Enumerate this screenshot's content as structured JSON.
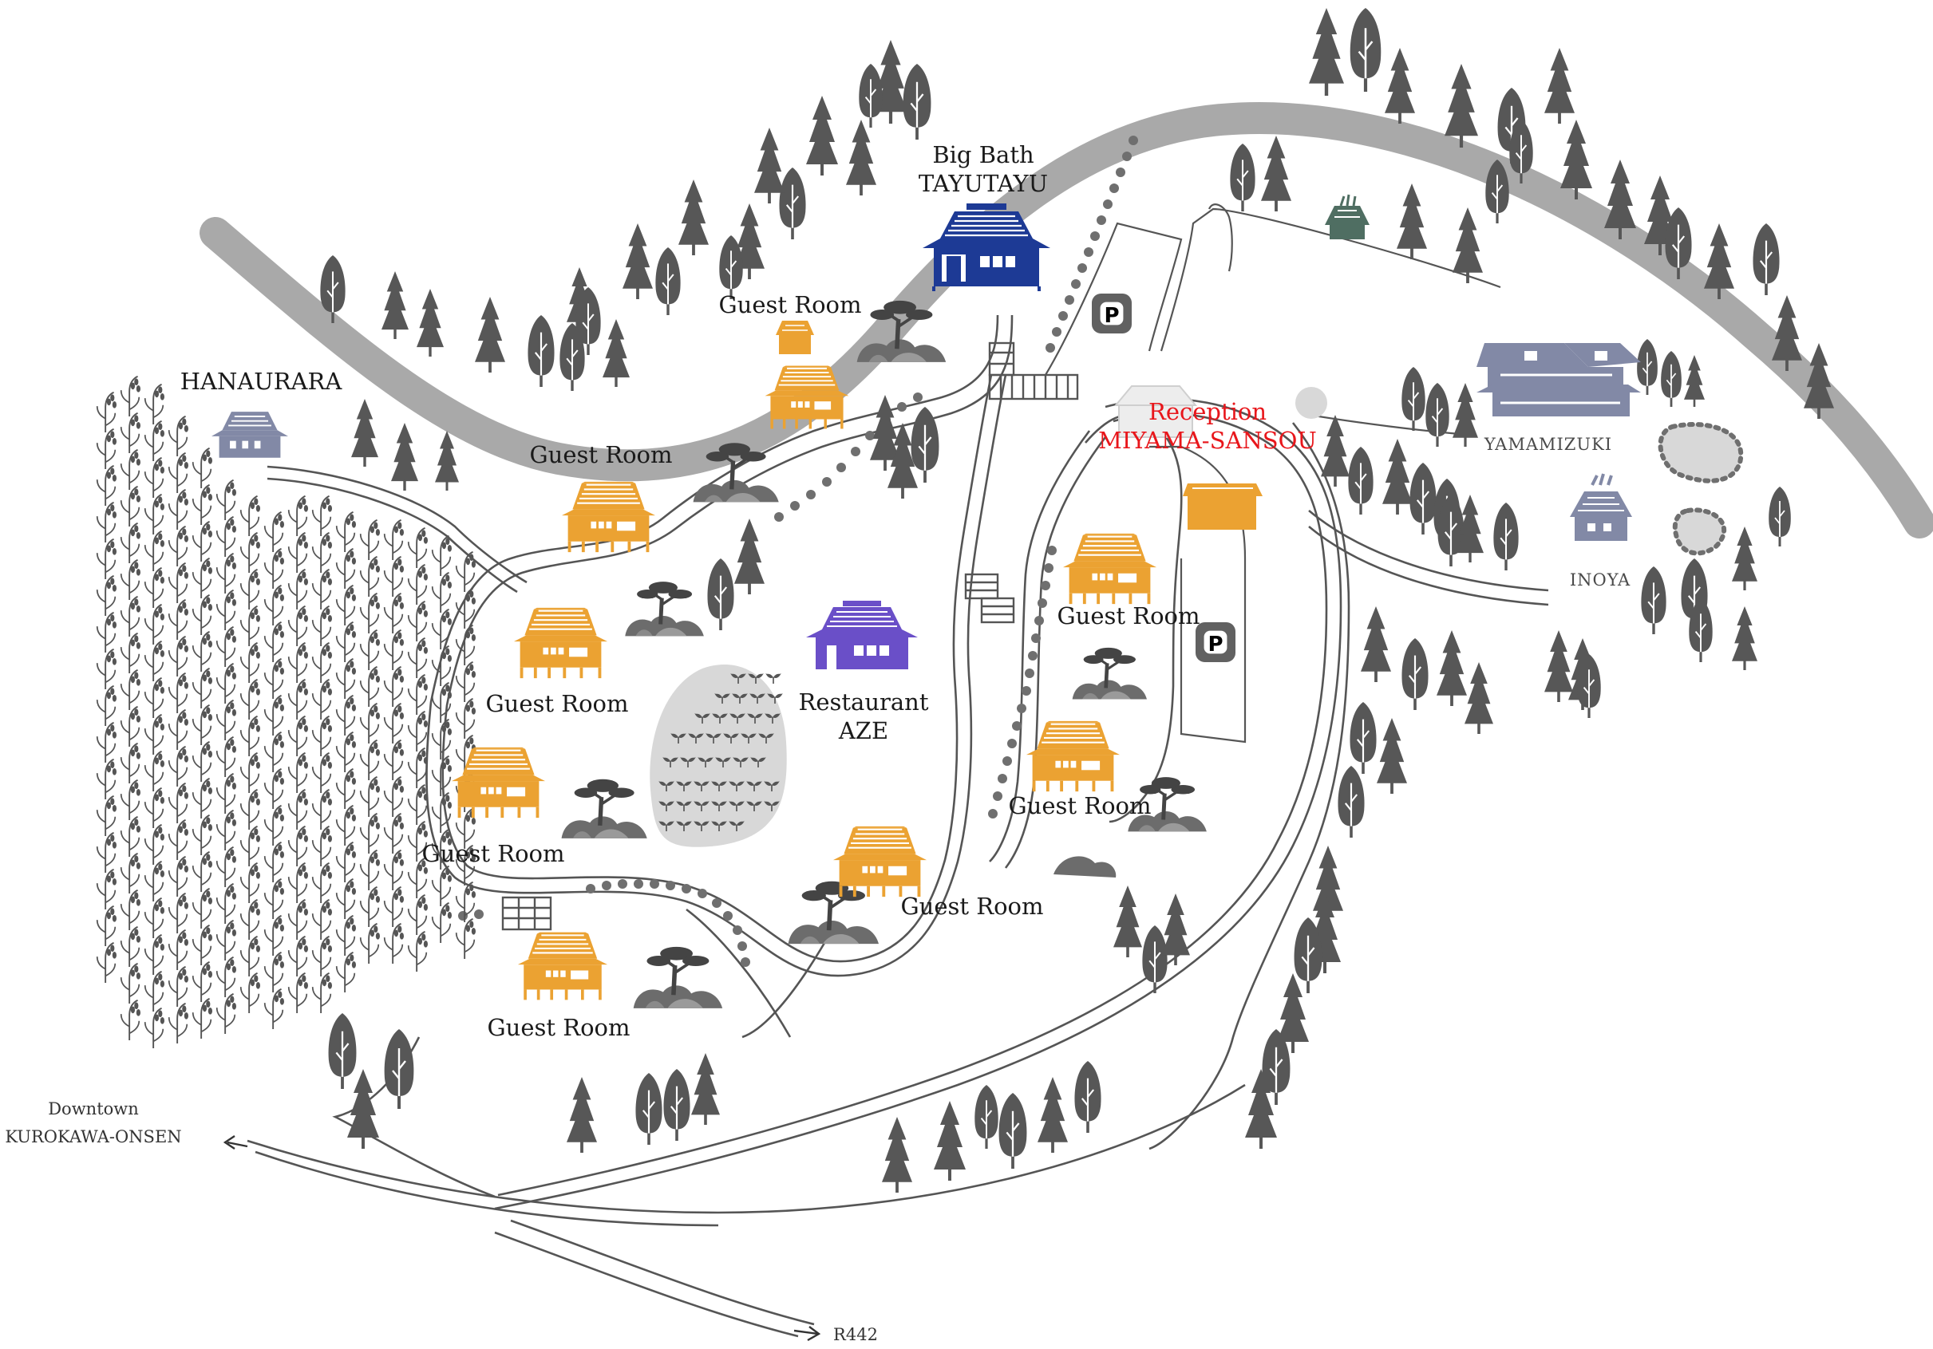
{
  "map": {
    "labels": {
      "big_bath_line1": "Big Bath",
      "big_bath_line2": "TAYUTAYU",
      "hanaurara": "HANAURARA",
      "reception_line1": "Reception",
      "reception_line2": "MIYAMA-SANSOU",
      "yamamizuki": "YAMAMIZUKI",
      "inoya": "INOYA",
      "restaurant_line1": "Restaurant",
      "restaurant_line2": "AZE",
      "downtown_line1": "Downtown",
      "downtown_line2": "KUROKAWA-ONSEN",
      "r442": "R442",
      "guest_room": "Guest Room",
      "parking": "P"
    },
    "colors": {
      "road": "#a9a9a9",
      "guest_house": "#eba232",
      "big_bath": "#1d3a95",
      "restaurant": "#6a4fc8",
      "annex": "#8289a6",
      "reception_text": "#e8161b",
      "tree": "#575757",
      "garden": "#d8d8d8"
    },
    "icons": [
      "guest-house-icon",
      "bath-house-icon",
      "restaurant-icon",
      "parking-icon",
      "tree-icon",
      "rock-icon",
      "rice-field-icon",
      "pond-icon",
      "arrow-icon"
    ]
  }
}
